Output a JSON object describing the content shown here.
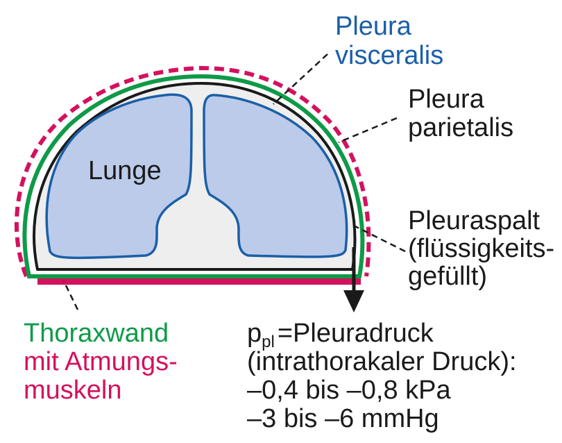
{
  "labels": {
    "pleura_visceralis_1": "Pleura",
    "pleura_visceralis_2": "visceralis",
    "pleura_parietalis_1": "Pleura",
    "pleura_parietalis_2": "parietalis",
    "pleuraspalt_1": "Pleuraspalt",
    "pleuraspalt_2": "(flüssigkeits-",
    "pleuraspalt_3": "gefüllt)",
    "lunge": "Lunge",
    "thoraxwand_1": "Thoraxwand",
    "thoraxwand_2": "mit Atmungs-",
    "thoraxwand_3": "muskeln",
    "ppl_p": "p",
    "ppl_sub": "pl",
    "ppl_eq": "=",
    "ppl_word": "Pleuradruck",
    "druck_line": "(intrathorakaler Druck):",
    "kpa_line": "–0,4 bis –0,8 kPa",
    "mmhg_line": "–3 bis –6 mmHg"
  },
  "colors": {
    "visceralis_blue": "#1a5fa8",
    "lung_fill": "#bccbe9",
    "space_fill": "#eeeeee",
    "parietal_black": "#1a1a1a",
    "thorax_green": "#0f9a48",
    "muscle_magenta": "#d4115e",
    "text_black": "#1a1a1a"
  }
}
